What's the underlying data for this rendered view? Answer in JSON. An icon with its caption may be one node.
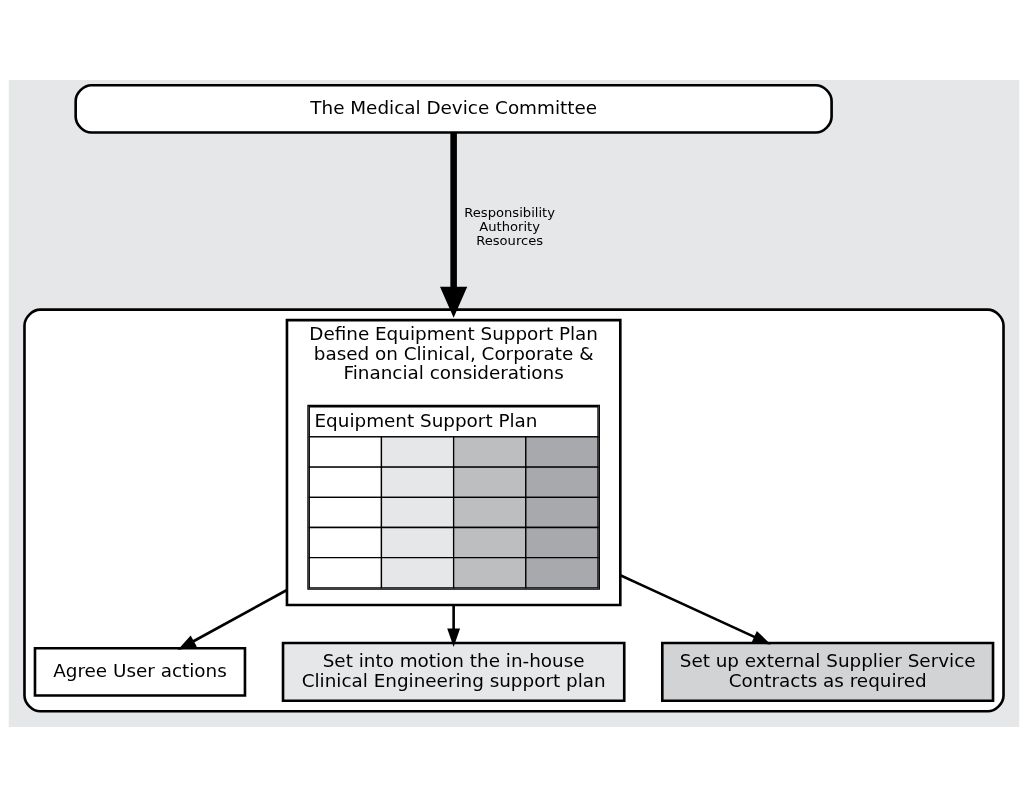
{
  "diagram": {
    "nodes": [
      {
        "text": [
          "The Medical Device Committee"
        ]
      },
      {
        "text": [],
        "shape": "box"
      },
      {
        "text": [
          "Define Equipment Support Plan based on Clinical, Corporate & Financial considerations"
        ],
        "in": 1
      },
      {
        "text": [
          "Equipment Support Plan"
        ],
        "in": 2
      },
      {
        "text": [
          "Agree User actions"
        ],
        "in": 1
      },
      {
        "text": [
          "Set into motion the in-house Clinical Engineering support plan"
        ],
        "in": 1
      },
      {
        "text": [
          "Set up external Supplier Service Contracts as required"
        ],
        "in": 1
      }
    ],
    "edges": [
      {
        "from": 0,
        "to": 1,
        "arrow": "to",
        "label": "Responsibility Authority Resources",
        "style": "thick"
      },
      {
        "from": 2,
        "to": 4,
        "arrow": "to"
      },
      {
        "from": 2,
        "to": 5,
        "arrow": "to"
      },
      {
        "from": 2,
        "to": 6,
        "arrow": "to"
      }
    ]
  }
}
